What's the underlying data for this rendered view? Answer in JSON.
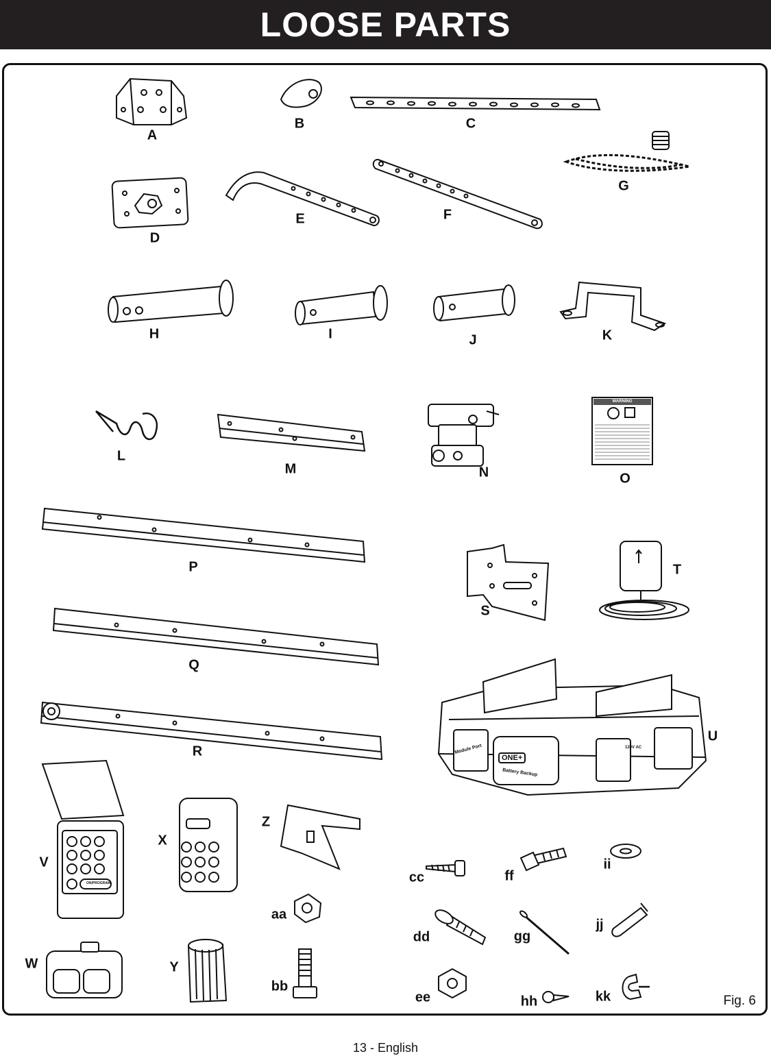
{
  "header": {
    "title": "LOOSE PARTS"
  },
  "figure": {
    "label": "Fig. 6"
  },
  "footer": {
    "page": "13 - English"
  },
  "parts": {
    "A": "A",
    "B": "B",
    "C": "C",
    "D": "D",
    "E": "E",
    "F": "F",
    "G": "G",
    "H": "H",
    "I": "I",
    "J": "J",
    "K": "K",
    "L": "L",
    "M": "M",
    "N": "N",
    "O": "O",
    "P": "P",
    "Q": "Q",
    "R": "R",
    "S": "S",
    "T": "T",
    "U": "U",
    "V": "V",
    "W": "W",
    "X": "X",
    "Y": "Y",
    "Z": "Z",
    "aa": "aa",
    "bb": "bb",
    "cc": "cc",
    "dd": "dd",
    "ee": "ee",
    "ff": "ff",
    "gg": "gg",
    "hh": "hh",
    "ii": "ii",
    "jj": "jj",
    "kk": "kk"
  },
  "warning_label": {
    "heading": "WARNING"
  },
  "opener_unit": {
    "brand": "ONE+",
    "battery": "Battery Backup",
    "module_port": "Module Port",
    "voltage": "120V AC"
  },
  "keypad": {
    "button": "ON/PROGRAM"
  }
}
